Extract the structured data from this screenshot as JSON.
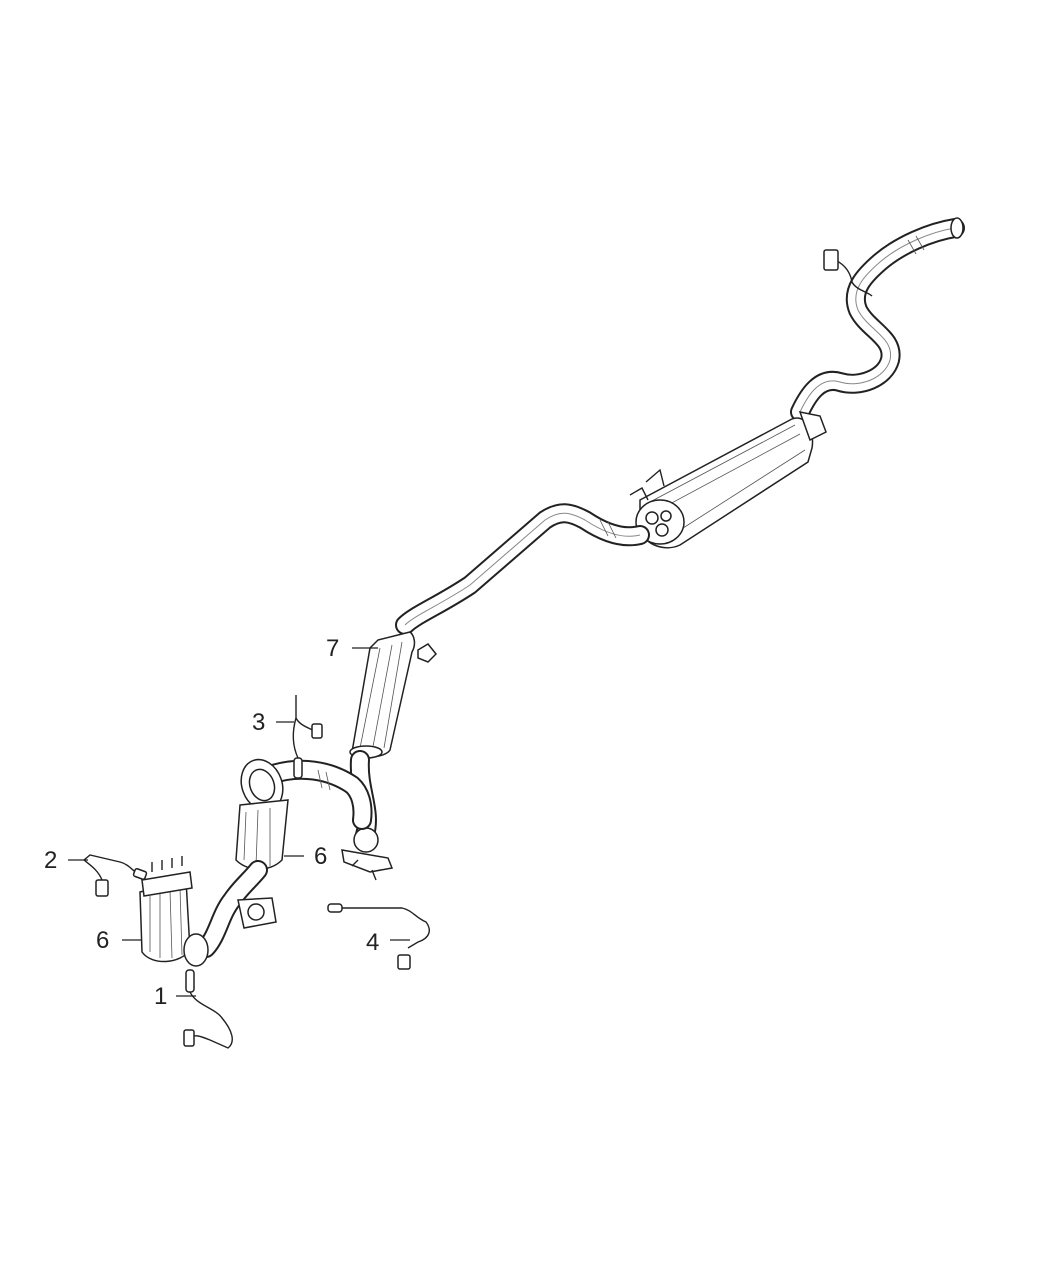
{
  "callouts": [
    {
      "id": "callout-1",
      "text": "1"
    },
    {
      "id": "callout-2",
      "text": "2"
    },
    {
      "id": "callout-3",
      "text": "3"
    },
    {
      "id": "callout-4",
      "text": "4"
    },
    {
      "id": "callout-6a",
      "text": "6"
    },
    {
      "id": "callout-6b",
      "text": "6"
    },
    {
      "id": "callout-7",
      "text": "7"
    }
  ]
}
